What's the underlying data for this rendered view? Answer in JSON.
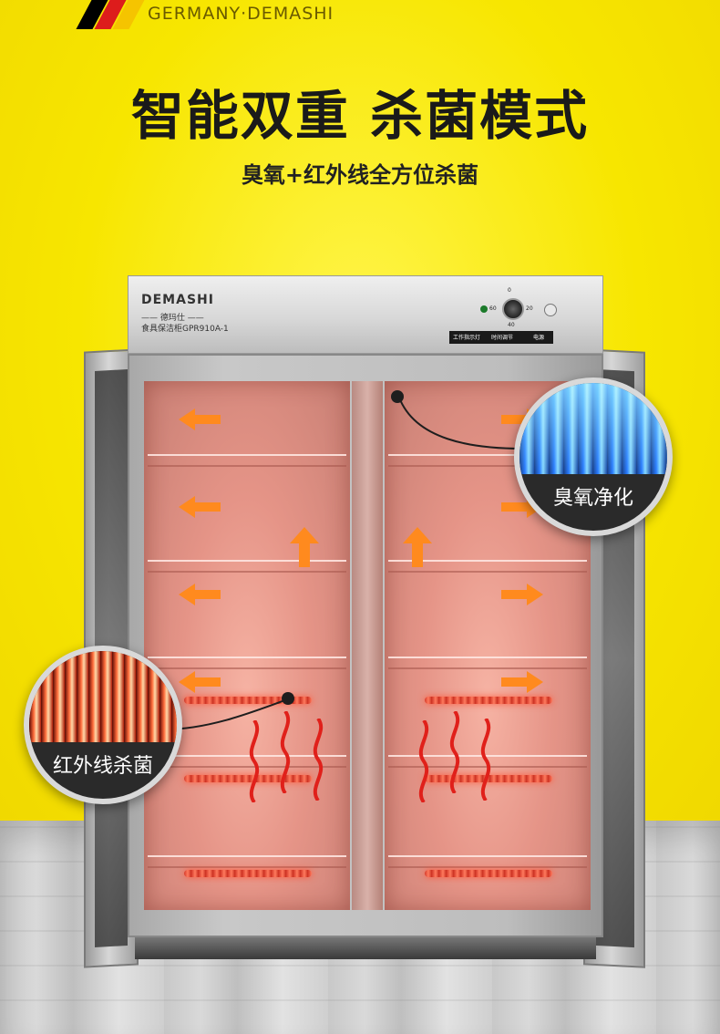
{
  "header": {
    "brand_line": "GERMANY·DEMASHI",
    "flag_colors": [
      "#000000",
      "#dd1c1c",
      "#f5c400"
    ]
  },
  "hero": {
    "title": "智能双重 杀菌模式",
    "subtitle": "臭氧+红外线全方位杀菌"
  },
  "cabinet": {
    "brand": "DEMASHI",
    "brand_tag": "—— 德玛仕 ——",
    "model": "食具保洁柜GPR910A-1",
    "panel": {
      "work_indicator": "工作指示灯",
      "time_adjust": "时间调节",
      "power": "电源"
    },
    "knob_marks": [
      "0",
      "60",
      "20",
      "40"
    ]
  },
  "callouts": {
    "ozone_label": "臭氧净化",
    "infrared_label": "红外线杀菌"
  },
  "colors": {
    "background": "#f7e600",
    "arrow": "#ff8a1e",
    "callout_text": "#ffffff",
    "title": "#1a1a1a"
  }
}
